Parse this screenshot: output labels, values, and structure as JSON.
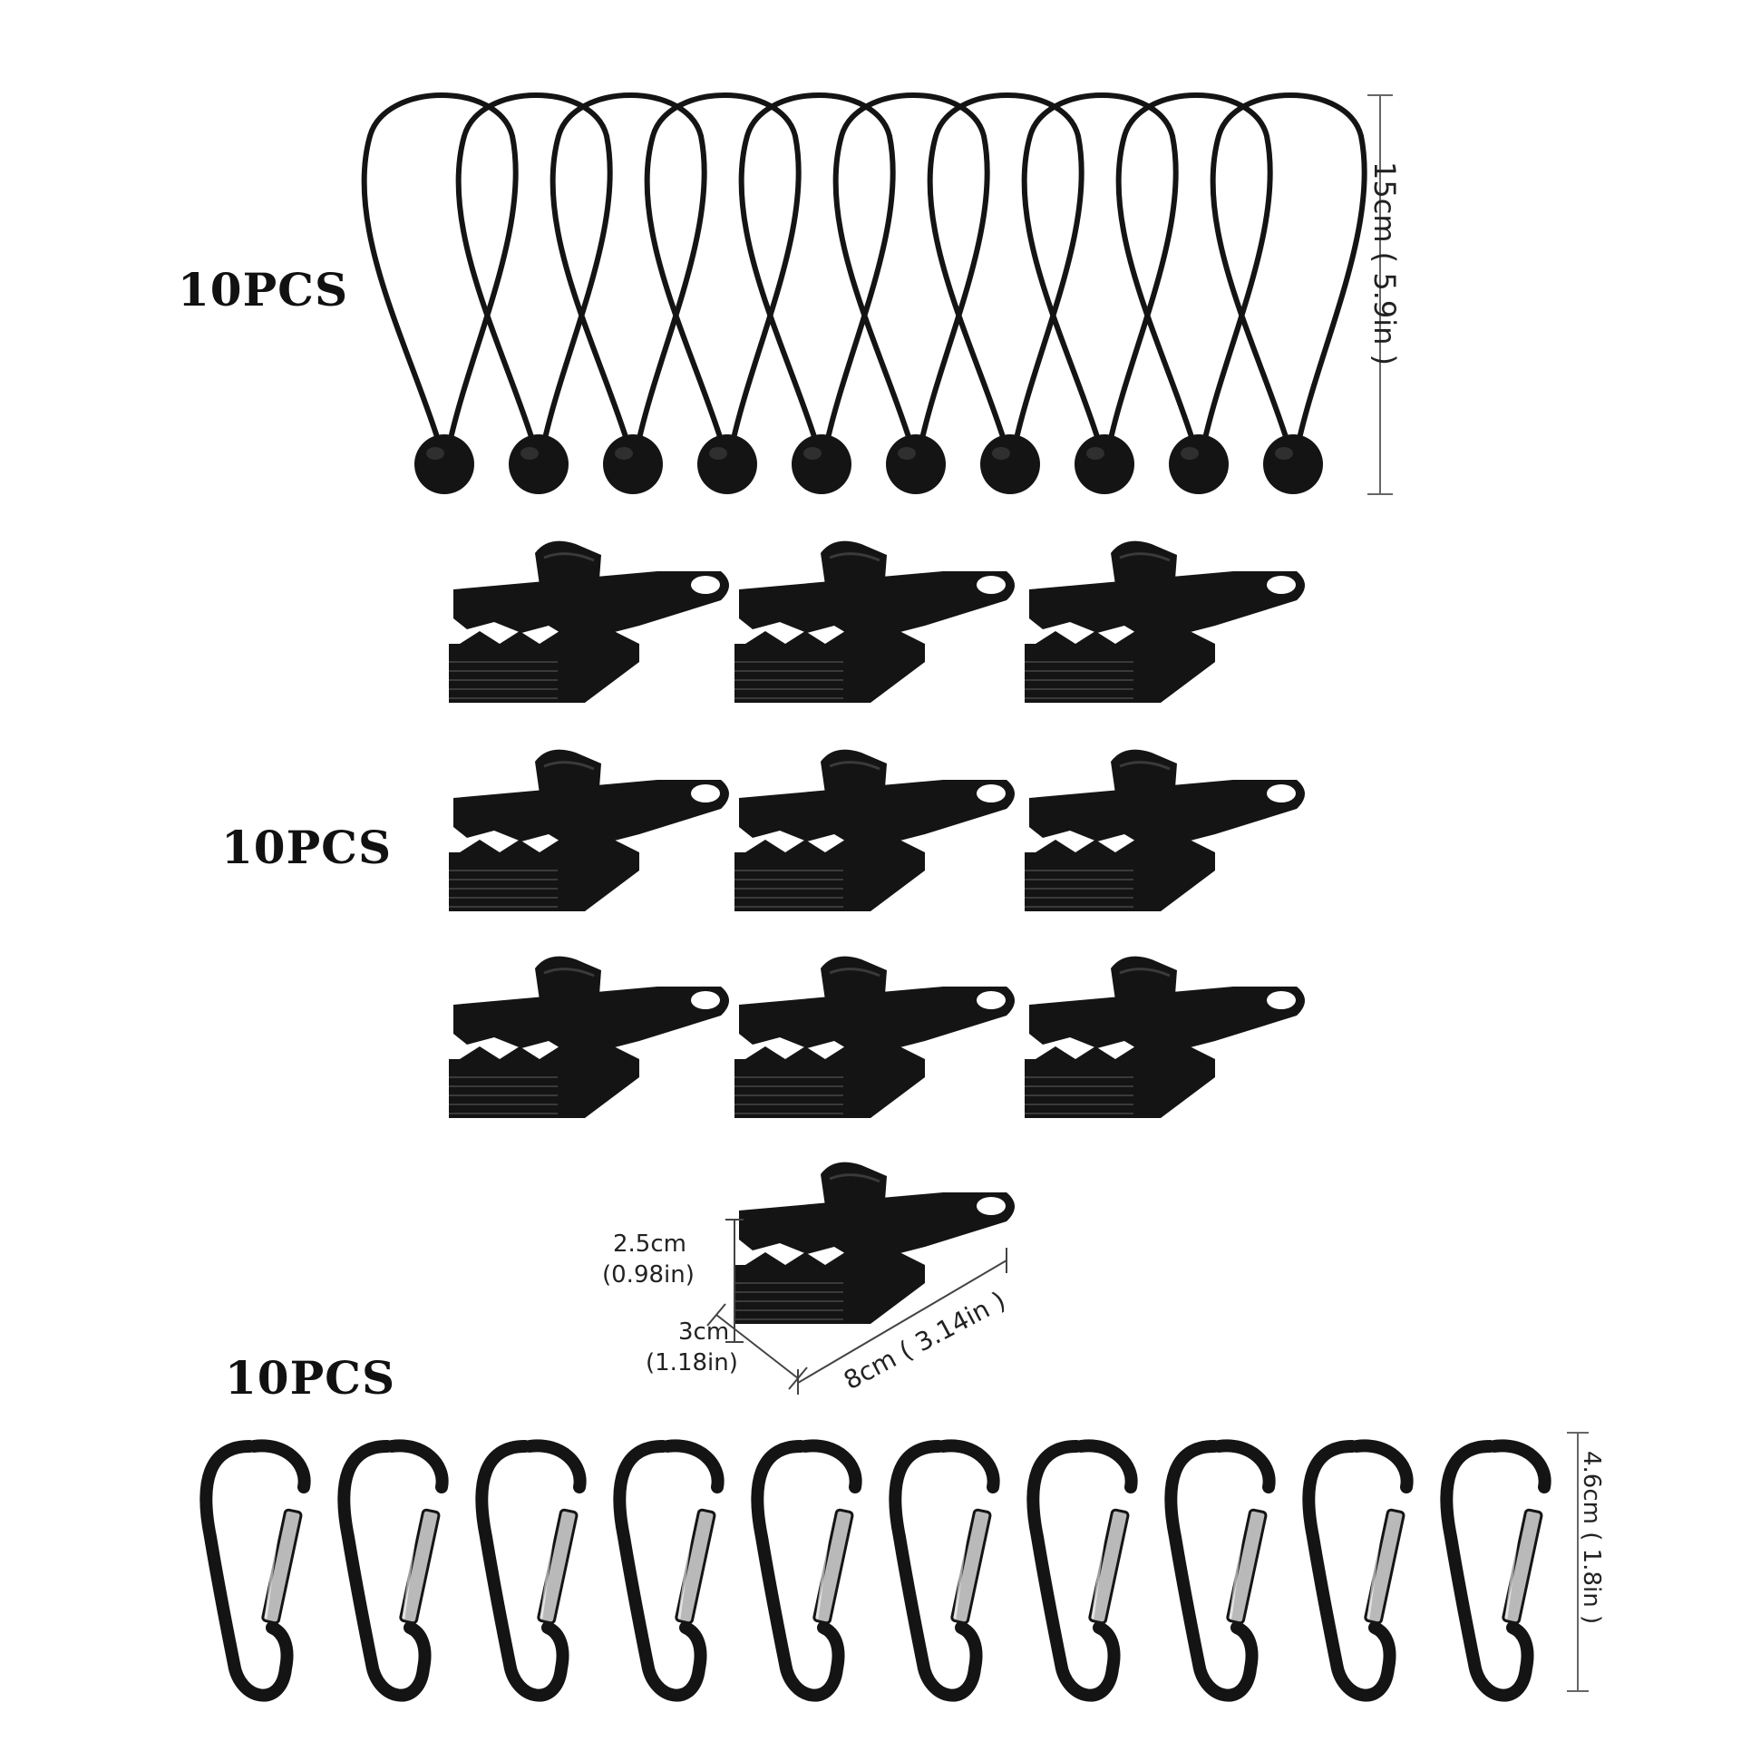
{
  "sections": {
    "bungee": {
      "count_label": "10PCS",
      "dimension": "15cm ( 5.9in )",
      "quantity": 10
    },
    "clips": {
      "count_label": "10PCS",
      "quantity": 10,
      "height_cm": "2.5cm",
      "height_in": "(0.98in)",
      "depth_cm": "3cm",
      "depth_in": "(1.18in)",
      "length": "8cm ( 3.14in )"
    },
    "carabiners": {
      "count_label": "10PCS",
      "dimension": "4.6cm ( 1.8in )",
      "quantity": 10
    }
  },
  "colors": {
    "item": "#141414",
    "item_highlight": "#3a3a3a",
    "gate": "#b9b9b9",
    "line": "#666666"
  }
}
